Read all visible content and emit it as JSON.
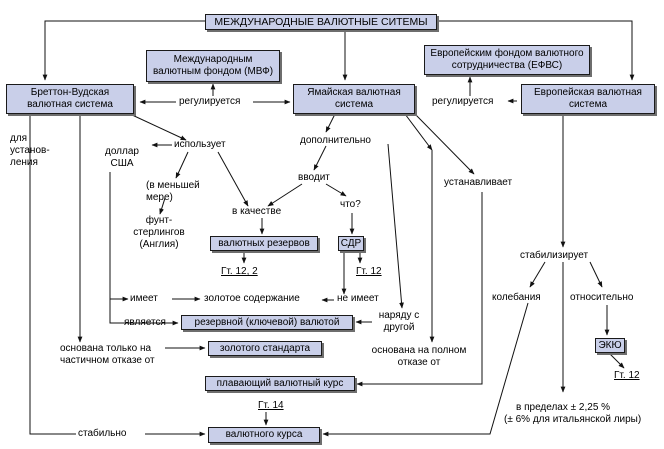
{
  "nodes": {
    "root": "МЕЖДУНАРОДНЫЕ ВАЛЮТНЫЕ СИТЕМЫ",
    "imf": "Международным валютным фондом (МВФ)",
    "efvs": "Европейским фондом валютного сотрудничества (ЕФВС)",
    "bretton": "Бреттон-Вудская валютная система",
    "jamaica": "Ямайская валютная система",
    "european": "Европейская валютная система",
    "reserves": "валютных резервов",
    "sdr": "СДР",
    "key_currency": "резервной (ключевой) валютой",
    "gold_standard": "золотого стандарта",
    "floating_rate": "плавающий валютный курс",
    "currency_rate": "валютного курса",
    "ecu": "ЭКЮ"
  },
  "labels": {
    "regulated_left": "регулируется",
    "regulated_right": "регулируется",
    "uses": "использует",
    "for_setting": "для установ-ления",
    "dollar": "доллар США",
    "lesser": "(в меньшей мере)",
    "pound": "фунт-стерлингов (Англия)",
    "additionally": "дополнительно",
    "introduces": "вводит",
    "as": "в качестве",
    "what": "что?",
    "sets": "устанавливает",
    "ref_12_2": "Гт. 12, 2",
    "ref_12a": "Гт. 12",
    "has": "имеет",
    "gold_content": "золотое содержание",
    "has_not": "не имеет",
    "is": "является",
    "along": "наряду с другой",
    "partial": "основана только на частичном отказе от",
    "full": "основана на полном отказе от",
    "ref_14": "Гт. 14",
    "stable": "стабильно",
    "stabilizes": "стабилизирует",
    "fluctuations": "колебания",
    "relatively": "относительно",
    "ref_12b": "Гт. 12",
    "within": "в пределах ± 2,25 %",
    "italy": "(± 6% для итальянской лиры)"
  }
}
